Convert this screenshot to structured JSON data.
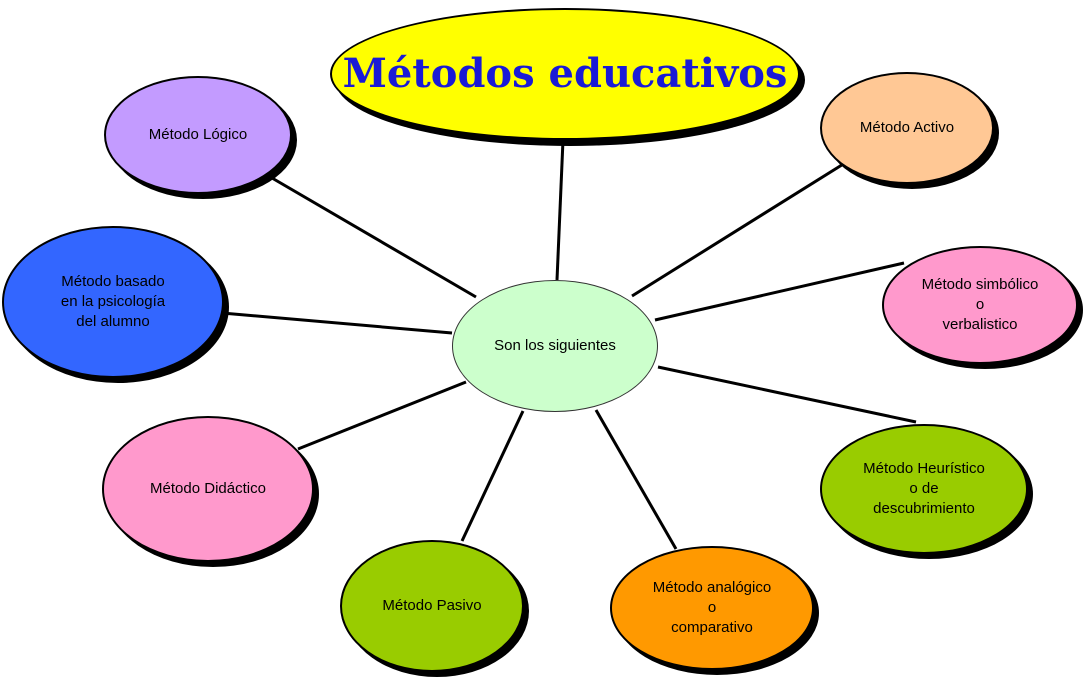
{
  "title": "Métodos educativos",
  "center": "Son los siguientes",
  "nodes": {
    "logico": {
      "lines": [
        "Método Lógico"
      ],
      "color": "#c39bff"
    },
    "activo": {
      "lines": [
        "Método Activo"
      ],
      "color": "#ffc895"
    },
    "psicologia": {
      "lines": [
        "Método basado",
        "en la psicología",
        "del alumno"
      ],
      "color": "#3366ff"
    },
    "simbolico": {
      "lines": [
        "Método simbólico",
        "o",
        "verbalistico"
      ],
      "color": "#ff99cc"
    },
    "didactico": {
      "lines": [
        "Método Didáctico"
      ],
      "color": "#ff99cc"
    },
    "heuristico": {
      "lines": [
        "Método Heurístico",
        "o de",
        "descubrimiento"
      ],
      "color": "#99cc00"
    },
    "pasivo": {
      "lines": [
        "Método Pasivo"
      ],
      "color": "#99cc00"
    },
    "analogico": {
      "lines": [
        "Método analógico",
        "o",
        "comparativo"
      ],
      "color": "#ff9900"
    }
  },
  "colors": {
    "title_fill": "#ffff00",
    "title_text": "#1a1ad6",
    "center_fill": "#ccffcc",
    "connector": "#000000"
  }
}
